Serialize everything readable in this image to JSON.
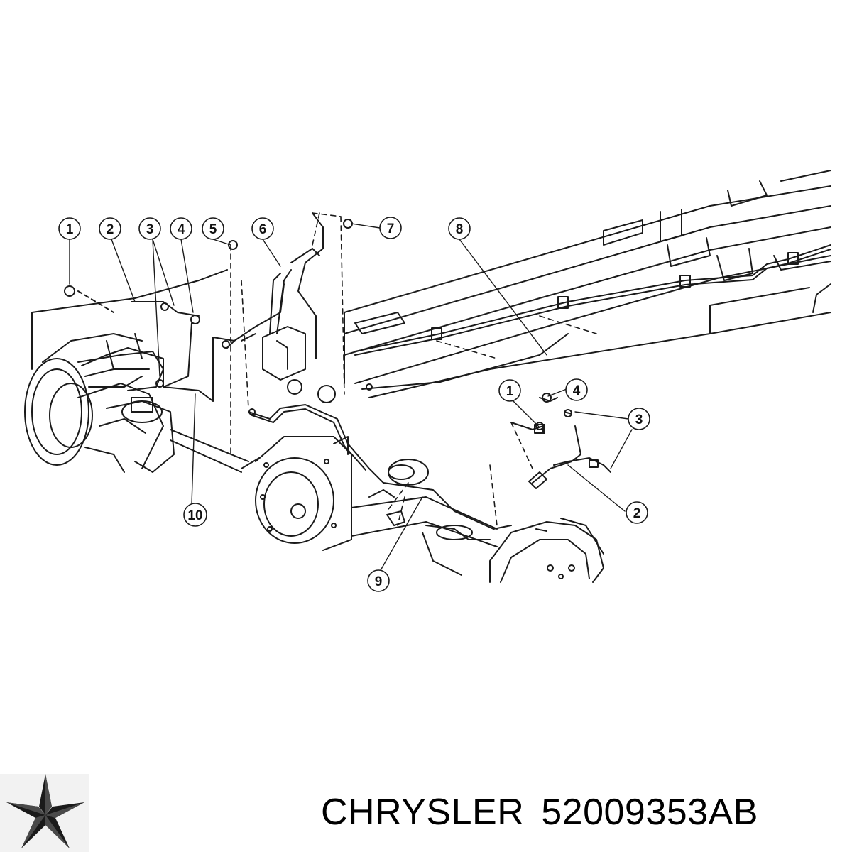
{
  "figure": {
    "callouts_left": [
      "1",
      "2",
      "3",
      "4",
      "5",
      "6",
      "7",
      "8"
    ],
    "callouts_right": [
      "1",
      "4",
      "3",
      "2"
    ],
    "callouts_bottom": [
      "10",
      "9"
    ]
  },
  "brand": {
    "logo_icon": "pentastar-icon",
    "name": "CHRYSLER",
    "part_number": "52009353AB"
  },
  "colors": {
    "line": "#1a1a1a",
    "background": "#ffffff"
  }
}
